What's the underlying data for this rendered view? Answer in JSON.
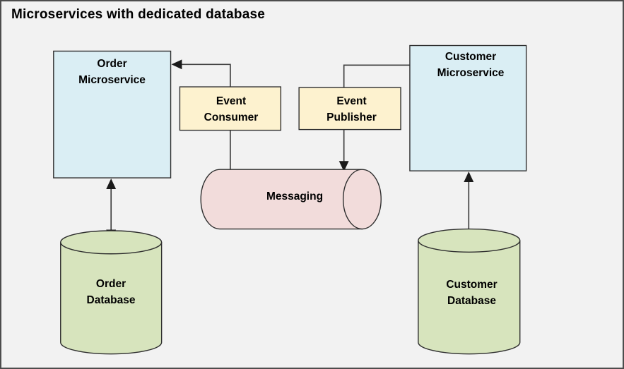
{
  "title": "Microservices with dedicated database",
  "colors": {
    "background": "#f2f2f2",
    "service_fill": "#daeef4",
    "event_fill": "#fdf2cf",
    "messaging_fill": "#f2dcdb",
    "database_fill": "#d7e4bd",
    "shape_border": "#2e2e2e",
    "connector": "#404040",
    "arrowhead": "#1a1a1a"
  },
  "nodes": {
    "order_microservice": {
      "label": "Order\nMicroservice",
      "type": "service"
    },
    "customer_microservice": {
      "label": "Customer\nMicroservice",
      "type": "service"
    },
    "event_consumer": {
      "label": "Event\nConsumer",
      "type": "component"
    },
    "event_publisher": {
      "label": "Event\nPublisher",
      "type": "component"
    },
    "messaging": {
      "label": "Messaging",
      "type": "queue"
    },
    "order_database": {
      "label": "Order\nDatabase",
      "type": "database"
    },
    "customer_database": {
      "label": "Customer\nDatabase",
      "type": "database"
    }
  },
  "edges": [
    {
      "from": "messaging",
      "to": "event_consumer",
      "arrow": "none"
    },
    {
      "from": "event_consumer",
      "to": "order_microservice",
      "arrow": "single"
    },
    {
      "from": "customer_microservice",
      "to": "event_publisher",
      "arrow": "none"
    },
    {
      "from": "event_publisher",
      "to": "messaging",
      "arrow": "single"
    },
    {
      "from": "order_microservice",
      "to": "order_database",
      "arrow": "double"
    },
    {
      "from": "customer_microservice",
      "to": "customer_database",
      "arrow": "double"
    }
  ]
}
